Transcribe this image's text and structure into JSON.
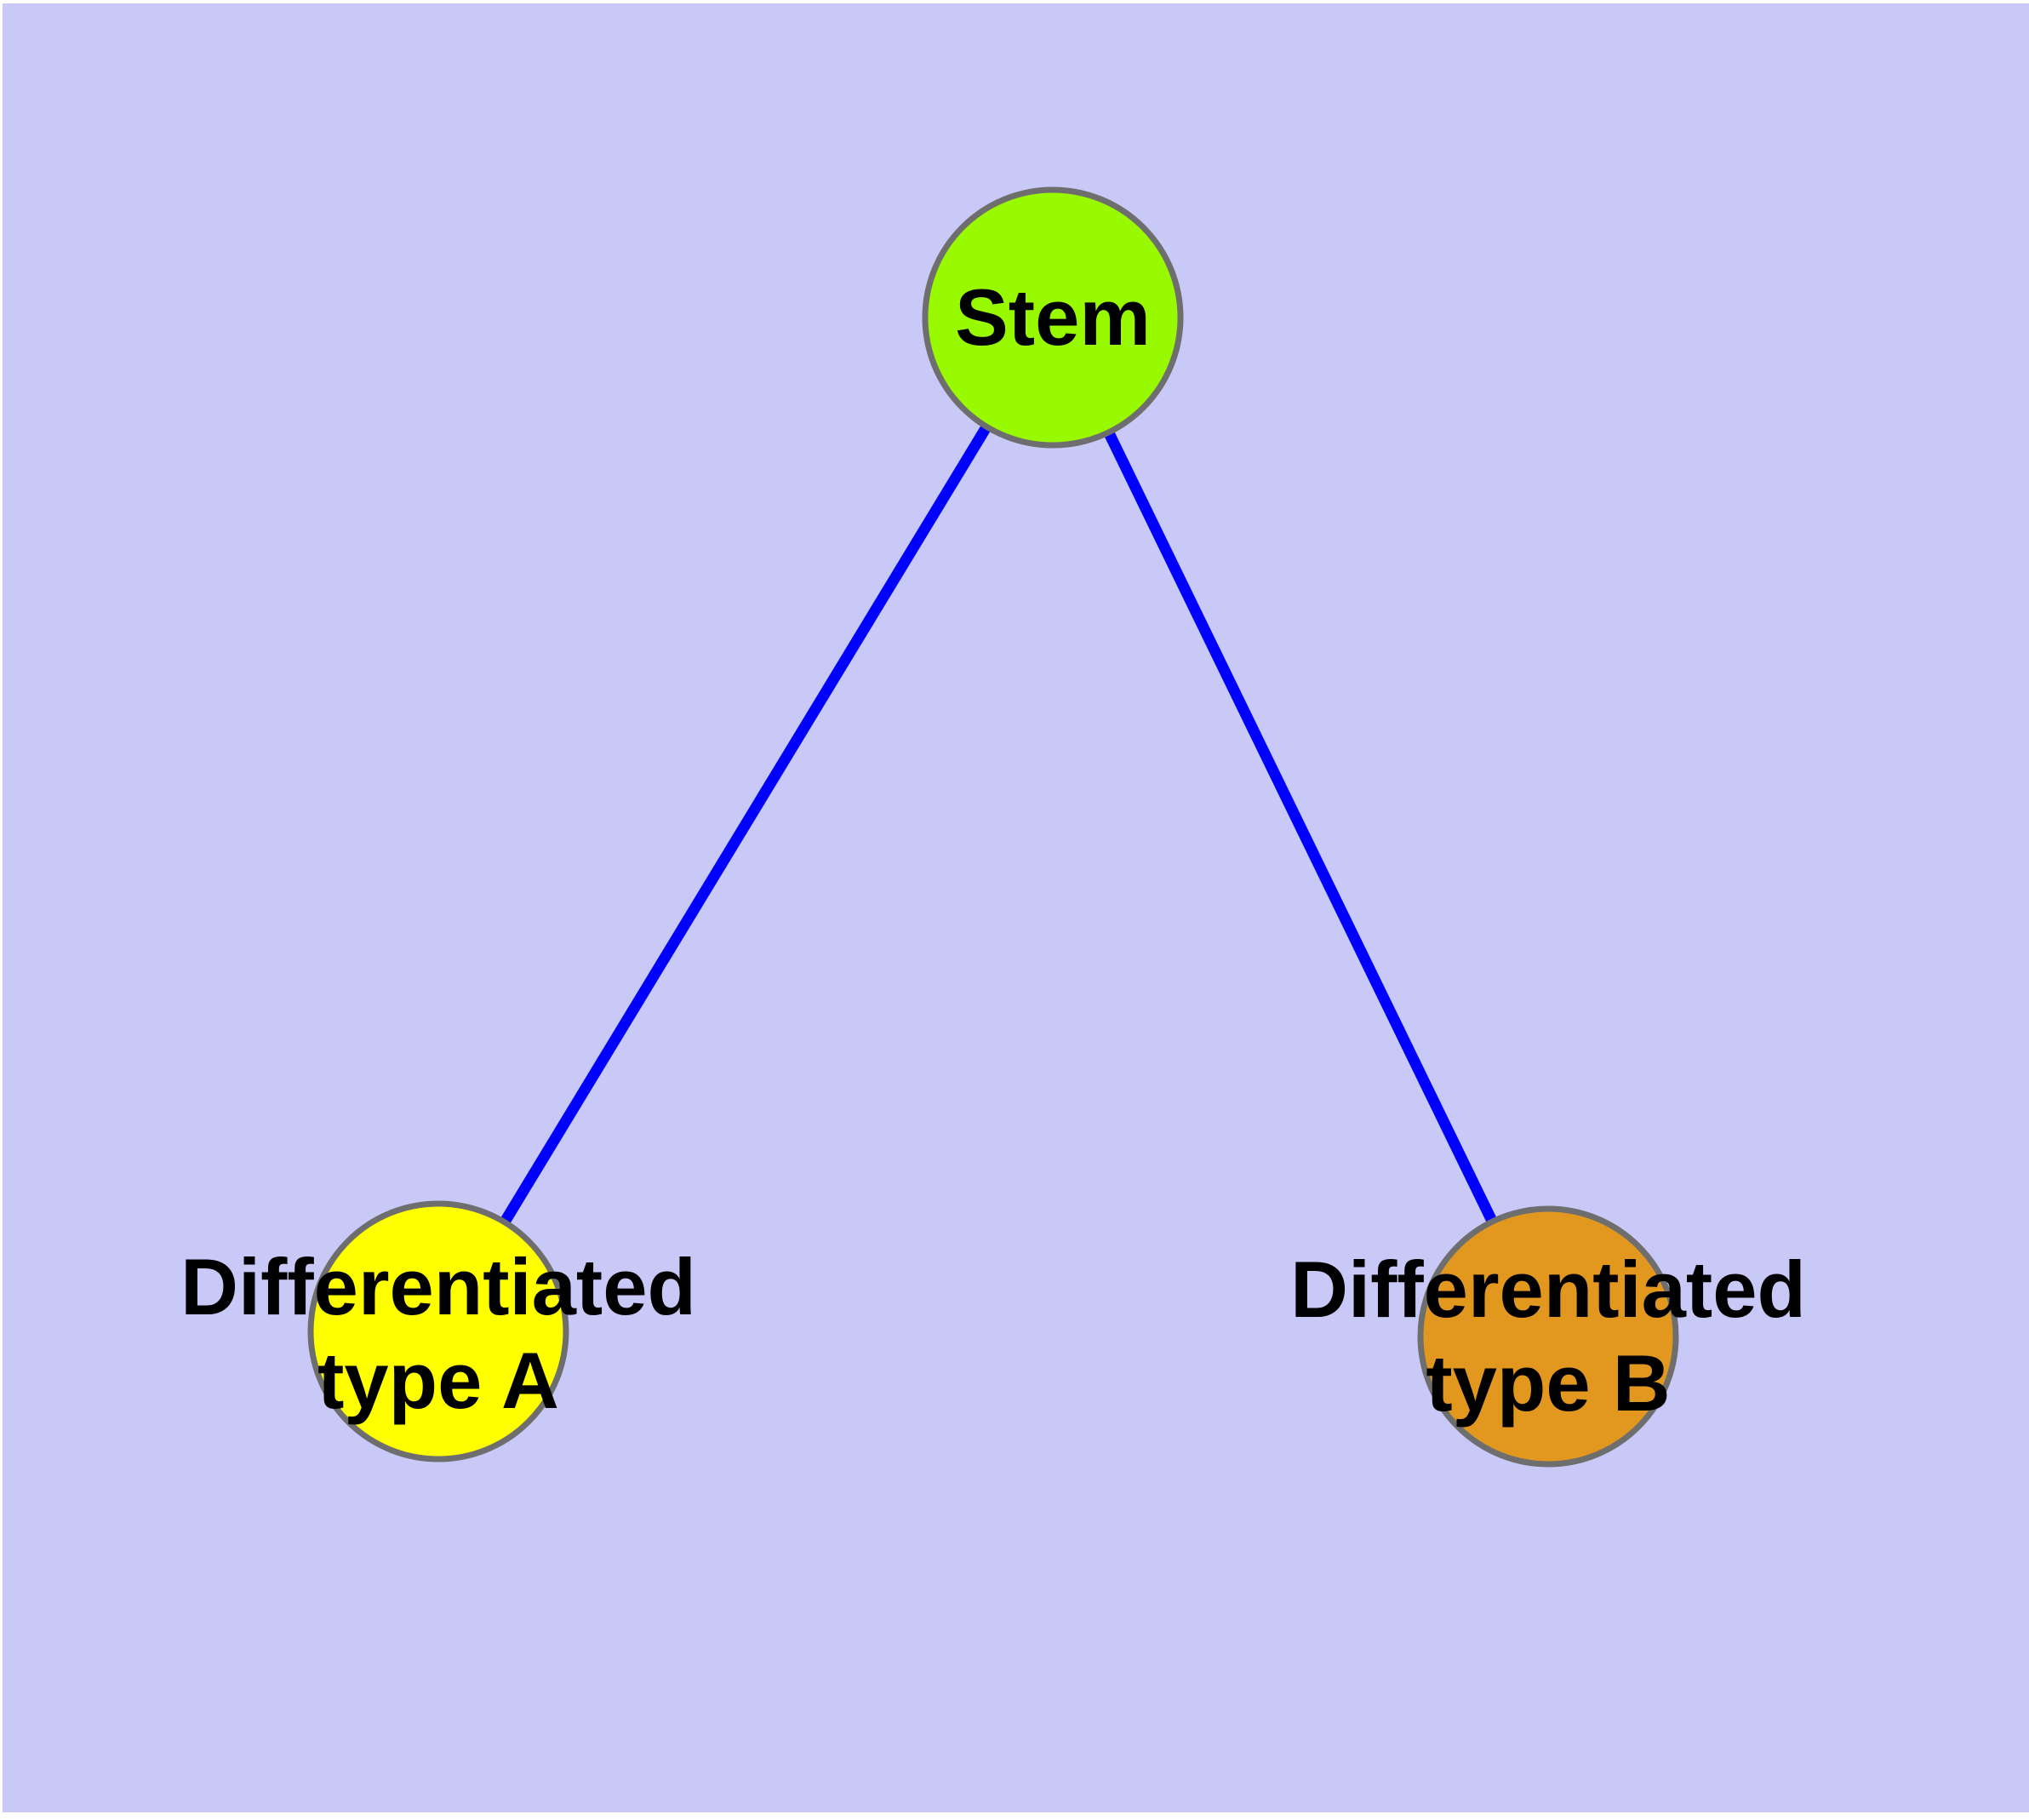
{
  "diagram": {
    "colors": {
      "page": "#ffffff",
      "background": "#c9c9f8",
      "edge": "#0000ff",
      "node_border": "#6e6e6e",
      "label_text": "#000000"
    },
    "nodes": [
      {
        "id": "stem",
        "label_lines": [
          "Stem"
        ],
        "fill": "#99fa00"
      },
      {
        "id": "differentiated-type-a",
        "label_lines": [
          "Differentiated",
          "type A"
        ],
        "fill": "#ffff00"
      },
      {
        "id": "differentiated-type-b",
        "label_lines": [
          "Differentiated",
          "type B"
        ],
        "fill": "#e2981f"
      }
    ],
    "edges": [
      {
        "id": "stem-to-differentiated-type-a",
        "from": "stem",
        "to": "differentiated-type-a"
      },
      {
        "id": "stem-to-differentiated-type-b",
        "from": "stem",
        "to": "differentiated-type-b"
      }
    ]
  }
}
